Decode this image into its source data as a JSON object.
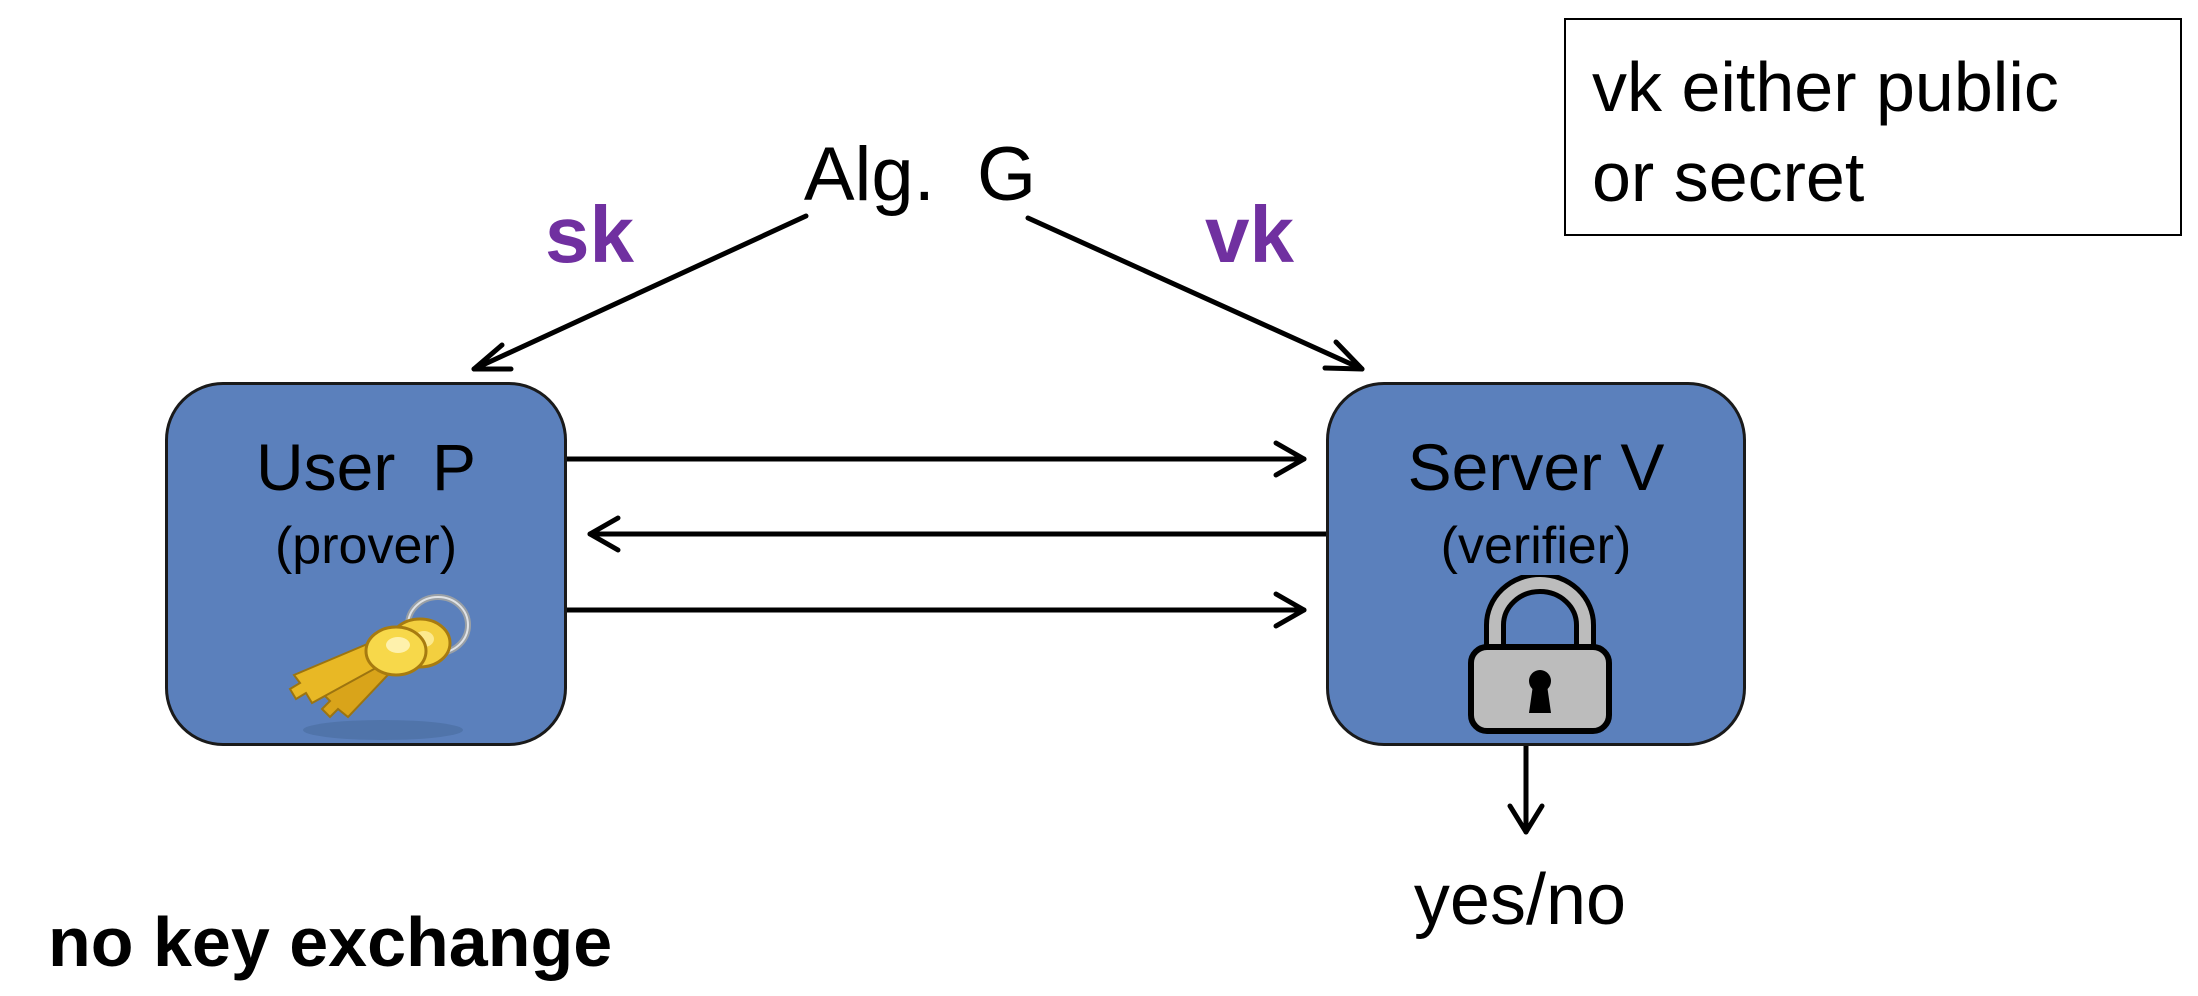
{
  "generator": {
    "label": "Alg.  G"
  },
  "keys": {
    "secret_key": "sk",
    "verification_key": "vk",
    "accent_color": "#7030A0"
  },
  "note": {
    "line1": "vk either public",
    "line2": "or secret"
  },
  "user": {
    "title": "User  P",
    "subtitle": "(prover)",
    "icon": "keys-icon",
    "fill_color": "#5B80BC"
  },
  "server": {
    "title": "Server V",
    "subtitle": "(verifier)",
    "icon": "lock-icon",
    "fill_color": "#5B80BC"
  },
  "result": {
    "label": "yes/no"
  },
  "footer": {
    "label": "no key exchange"
  }
}
